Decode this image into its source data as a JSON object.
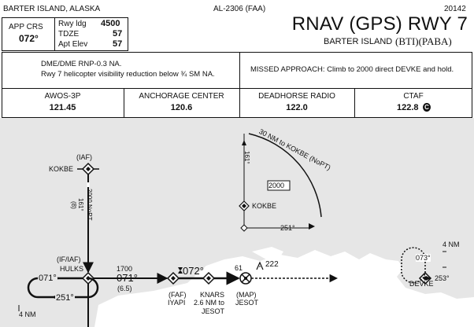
{
  "header": {
    "location": "BARTER ISLAND, ALASKA",
    "chart_id": "AL-2306 (FAA)",
    "edition": "20142",
    "title": "RNAV (GPS) RWY 7",
    "airport": "BARTER ISLAND",
    "ids": "(BTI)(PABA)"
  },
  "info": {
    "app_crs_label": "APP CRS",
    "app_crs_value": "072°",
    "rwy_ldg_label": "Rwy ldg",
    "rwy_ldg_value": "4500",
    "tdze_label": "TDZE",
    "tdze_value": "57",
    "apt_elev_label": "Apt Elev",
    "apt_elev_value": "57"
  },
  "notes": {
    "left_line1": "DME/DME RNP-0.3 NA.",
    "left_line2": "Rwy 7 helicopter visibility reduction below ¾ SM NA.",
    "missed": "MISSED APPROACH: Climb to 2000 direct DEVKE and hold."
  },
  "comms": [
    {
      "label": "AWOS-3P",
      "freq": "121.45"
    },
    {
      "label": "ANCHORAGE CENTER",
      "freq": "120.6"
    },
    {
      "label": "DEADHORSE RADIO",
      "freq": "122.0"
    },
    {
      "label": "CTAF",
      "freq": "122.8"
    }
  ],
  "ctaf_symbol": "C",
  "plan": {
    "iaf_tag": "(IAF)",
    "kokbe": "KOKBE",
    "leg_alt": "2000 NoPT",
    "leg_course": "161°",
    "leg_dist": "(8)",
    "if_iaf_tag": "(IF/IAF)",
    "hulks": "HULKS",
    "seg_alt": "1700",
    "seg_course": "071°",
    "seg_dist": "(6.5)",
    "hold_out": "071°",
    "hold_in": "251°",
    "hold_dist": "4 NM",
    "final_course": "072°",
    "faf_tag": "(FAF)",
    "iyapi": "IYAPI",
    "knars": "KNARS",
    "knars_dist": "2.6 NM to",
    "jesot_to": "JESOT",
    "map_tag": "(MAP)",
    "jesot": "JESOT",
    "map_dist": "61",
    "obstacle_elev": "222",
    "inset_arc": "30 NM to KOKBE (NoPT)",
    "inset_radial": "161°",
    "inset_msa": "2000",
    "inset_kokbe": "KOKBE",
    "inset_bearing": "251°",
    "devke_dist": "4 NM",
    "devke_out": "073°",
    "devke_in": "253°",
    "devke": "DEVKE"
  }
}
